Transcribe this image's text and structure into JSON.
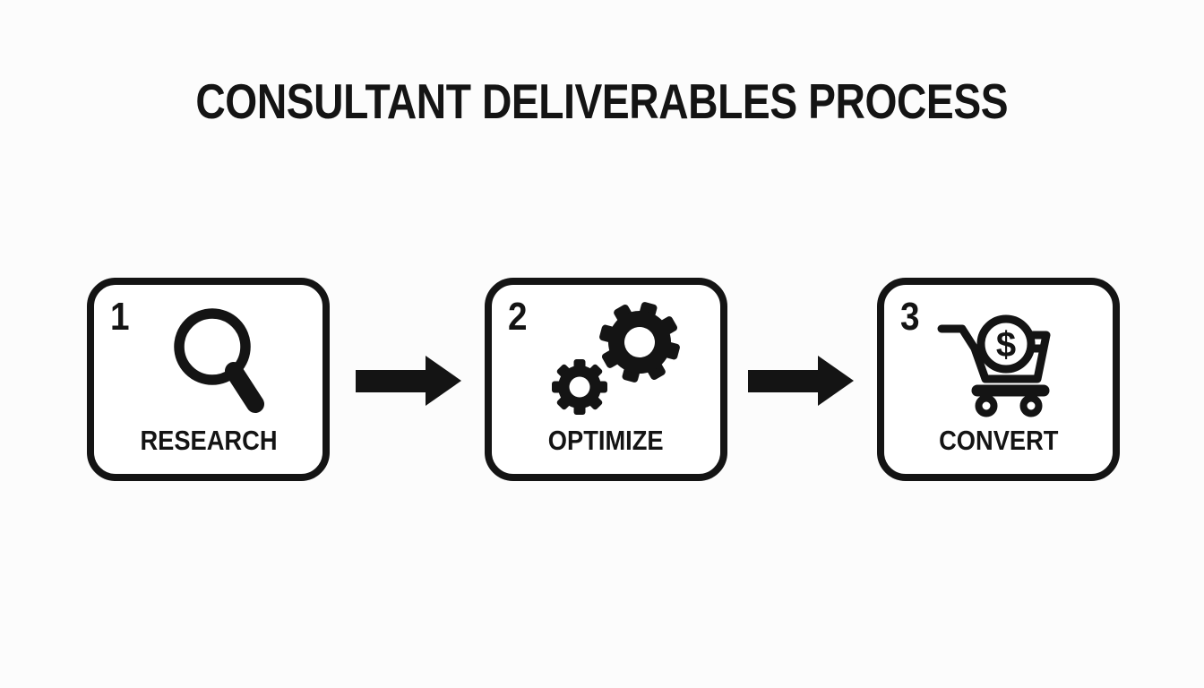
{
  "title": "CONSULTANT DELIVERABLES PROCESS",
  "colors": {
    "ink": "#141414",
    "bg": "#fcfcfc",
    "boxFill": "#ffffff"
  },
  "steps": [
    {
      "number": "1",
      "label": "RESEARCH",
      "icon": "search-icon"
    },
    {
      "number": "2",
      "label": "OPTIMIZE",
      "icon": "gears-icon"
    },
    {
      "number": "3",
      "label": "CONVERT",
      "icon": "cart-dollar-icon"
    }
  ],
  "connectors": [
    {
      "type": "arrow-right"
    },
    {
      "type": "arrow-right"
    }
  ],
  "icon_glyphs": {
    "coin_symbol": "$"
  }
}
